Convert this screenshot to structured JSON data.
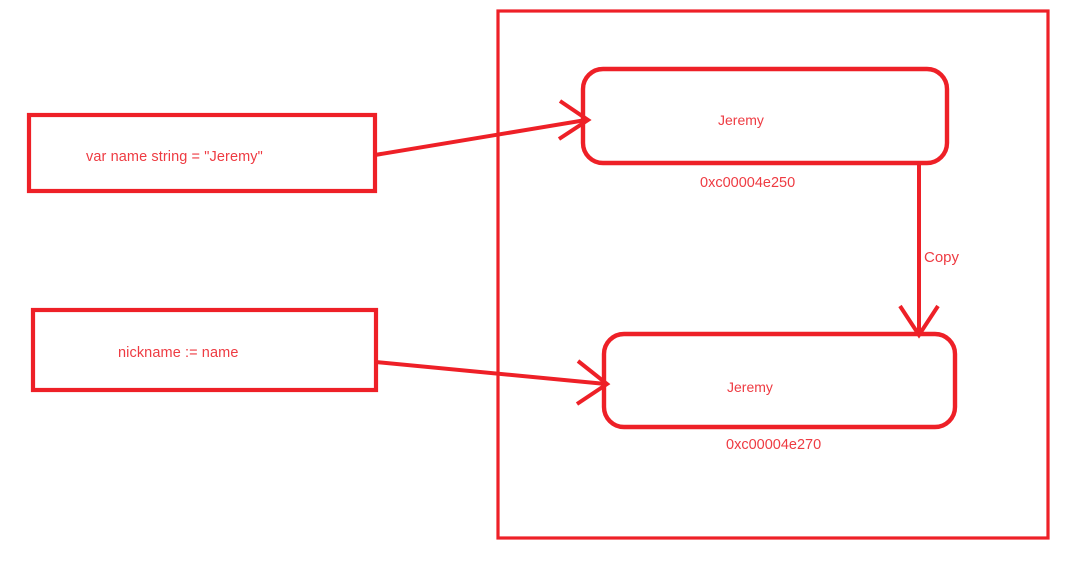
{
  "diagram": {
    "type": "memory-copy-diagram",
    "colors": {
      "stroke": "#ee2027",
      "text": "#ee3b42",
      "background": "#ffffff"
    },
    "statements": [
      {
        "id": "stmt-1",
        "label": "var name string = \"Jeremy\"",
        "shape": "rectangle"
      },
      {
        "id": "stmt-2",
        "label": "nickname := name",
        "shape": "rectangle"
      }
    ],
    "memory_region": {
      "label": "",
      "shape": "rectangle",
      "cells": [
        {
          "id": "mem-1",
          "value": "Jeremy",
          "address": "0xc00004e250",
          "shape": "rounded-rectangle"
        },
        {
          "id": "mem-2",
          "value": "Jeremy",
          "address": "0xc00004e270",
          "shape": "rounded-rectangle"
        }
      ]
    },
    "edges": [
      {
        "id": "edge-stmt1-mem1",
        "from": "stmt-1",
        "to": "mem-1",
        "label": "",
        "arrow": "end"
      },
      {
        "id": "edge-stmt2-mem2",
        "from": "stmt-2",
        "to": "mem-2",
        "label": "",
        "arrow": "end"
      },
      {
        "id": "edge-mem1-mem2",
        "from": "mem-1",
        "to": "mem-2",
        "label": "Copy",
        "arrow": "end"
      }
    ]
  }
}
